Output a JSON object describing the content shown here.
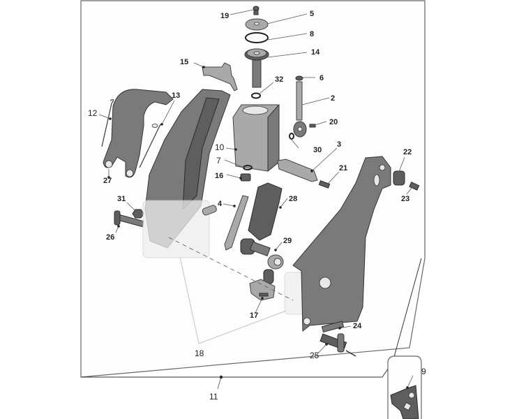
{
  "diagram": {
    "type": "exploded-parts-view",
    "subject": "Pedal box / accelerator pedal mechanism assembly",
    "assembly_label": "11",
    "subassembly_label": "18",
    "inset_label": "9",
    "callouts": [
      {
        "id": "p19",
        "number": "19"
      },
      {
        "id": "p5",
        "number": "5"
      },
      {
        "id": "p8",
        "number": "8"
      },
      {
        "id": "p14",
        "number": "14"
      },
      {
        "id": "p15",
        "number": "15"
      },
      {
        "id": "p32",
        "number": "32"
      },
      {
        "id": "p6",
        "number": "6"
      },
      {
        "id": "p2",
        "number": "2"
      },
      {
        "id": "p13",
        "number": "13"
      },
      {
        "id": "p12",
        "number": "12"
      },
      {
        "id": "p20",
        "number": "20"
      },
      {
        "id": "p30",
        "number": "30"
      },
      {
        "id": "p10",
        "number": "10"
      },
      {
        "id": "p3",
        "number": "3"
      },
      {
        "id": "p22",
        "number": "22"
      },
      {
        "id": "p7",
        "number": "7"
      },
      {
        "id": "p27",
        "number": "27"
      },
      {
        "id": "p16",
        "number": "16"
      },
      {
        "id": "p21",
        "number": "21"
      },
      {
        "id": "p23",
        "number": "23"
      },
      {
        "id": "p31",
        "number": "31"
      },
      {
        "id": "p4",
        "number": "4"
      },
      {
        "id": "p28",
        "number": "28"
      },
      {
        "id": "p26",
        "number": "26"
      },
      {
        "id": "p29",
        "number": "29"
      },
      {
        "id": "p17",
        "number": "17"
      },
      {
        "id": "p24",
        "number": "24"
      },
      {
        "id": "p18",
        "number": "18"
      },
      {
        "id": "p25",
        "number": "25"
      },
      {
        "id": "p11",
        "number": "11"
      },
      {
        "id": "p9",
        "number": "9"
      }
    ]
  }
}
